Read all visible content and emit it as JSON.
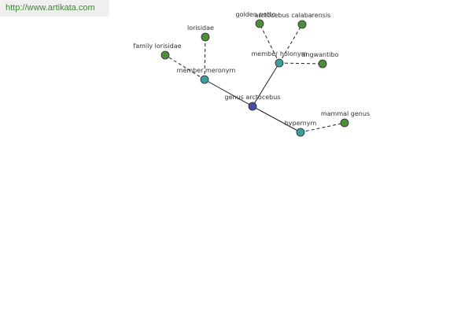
{
  "header": {
    "site_url": "http://www.artikata.com"
  },
  "graph": {
    "colors": {
      "center": "#4a4aa8",
      "relation": "#3d9e9e",
      "leaf": "#4d8e3a",
      "stroke": "#2a2a2a",
      "edge": "#222222"
    },
    "nodes": [
      {
        "id": "center",
        "label": "genus arctocebus",
        "kind": "center"
      },
      {
        "id": "meronym",
        "label": "member meronym",
        "kind": "relation"
      },
      {
        "id": "holonym",
        "label": "member holonym",
        "kind": "relation"
      },
      {
        "id": "hypernym",
        "label": "hypernym",
        "kind": "relation"
      },
      {
        "id": "lorisidae",
        "label": "lorisidae",
        "kind": "leaf"
      },
      {
        "id": "family-lorisidae",
        "label": "family lorisidae",
        "kind": "leaf"
      },
      {
        "id": "golden-potto",
        "label": "golden potto",
        "kind": "leaf"
      },
      {
        "id": "arctocebus-calabarensis",
        "label": "arctocebus calabarensis",
        "kind": "leaf"
      },
      {
        "id": "angwantibo",
        "label": "angwantibo",
        "kind": "leaf"
      },
      {
        "id": "mammal-genus",
        "label": "mammal genus",
        "kind": "leaf"
      }
    ],
    "edges": [
      {
        "from": "center",
        "to": "meronym",
        "style": "solid"
      },
      {
        "from": "center",
        "to": "holonym",
        "style": "solid"
      },
      {
        "from": "center",
        "to": "hypernym",
        "style": "solid"
      },
      {
        "from": "meronym",
        "to": "lorisidae",
        "style": "dashed"
      },
      {
        "from": "meronym",
        "to": "family-lorisidae",
        "style": "dashed"
      },
      {
        "from": "holonym",
        "to": "golden-potto",
        "style": "dashed"
      },
      {
        "from": "holonym",
        "to": "arctocebus-calabarensis",
        "style": "dashed"
      },
      {
        "from": "holonym",
        "to": "angwantibo",
        "style": "dashed"
      },
      {
        "from": "hypernym",
        "to": "mammal-genus",
        "style": "dashed"
      }
    ]
  }
}
